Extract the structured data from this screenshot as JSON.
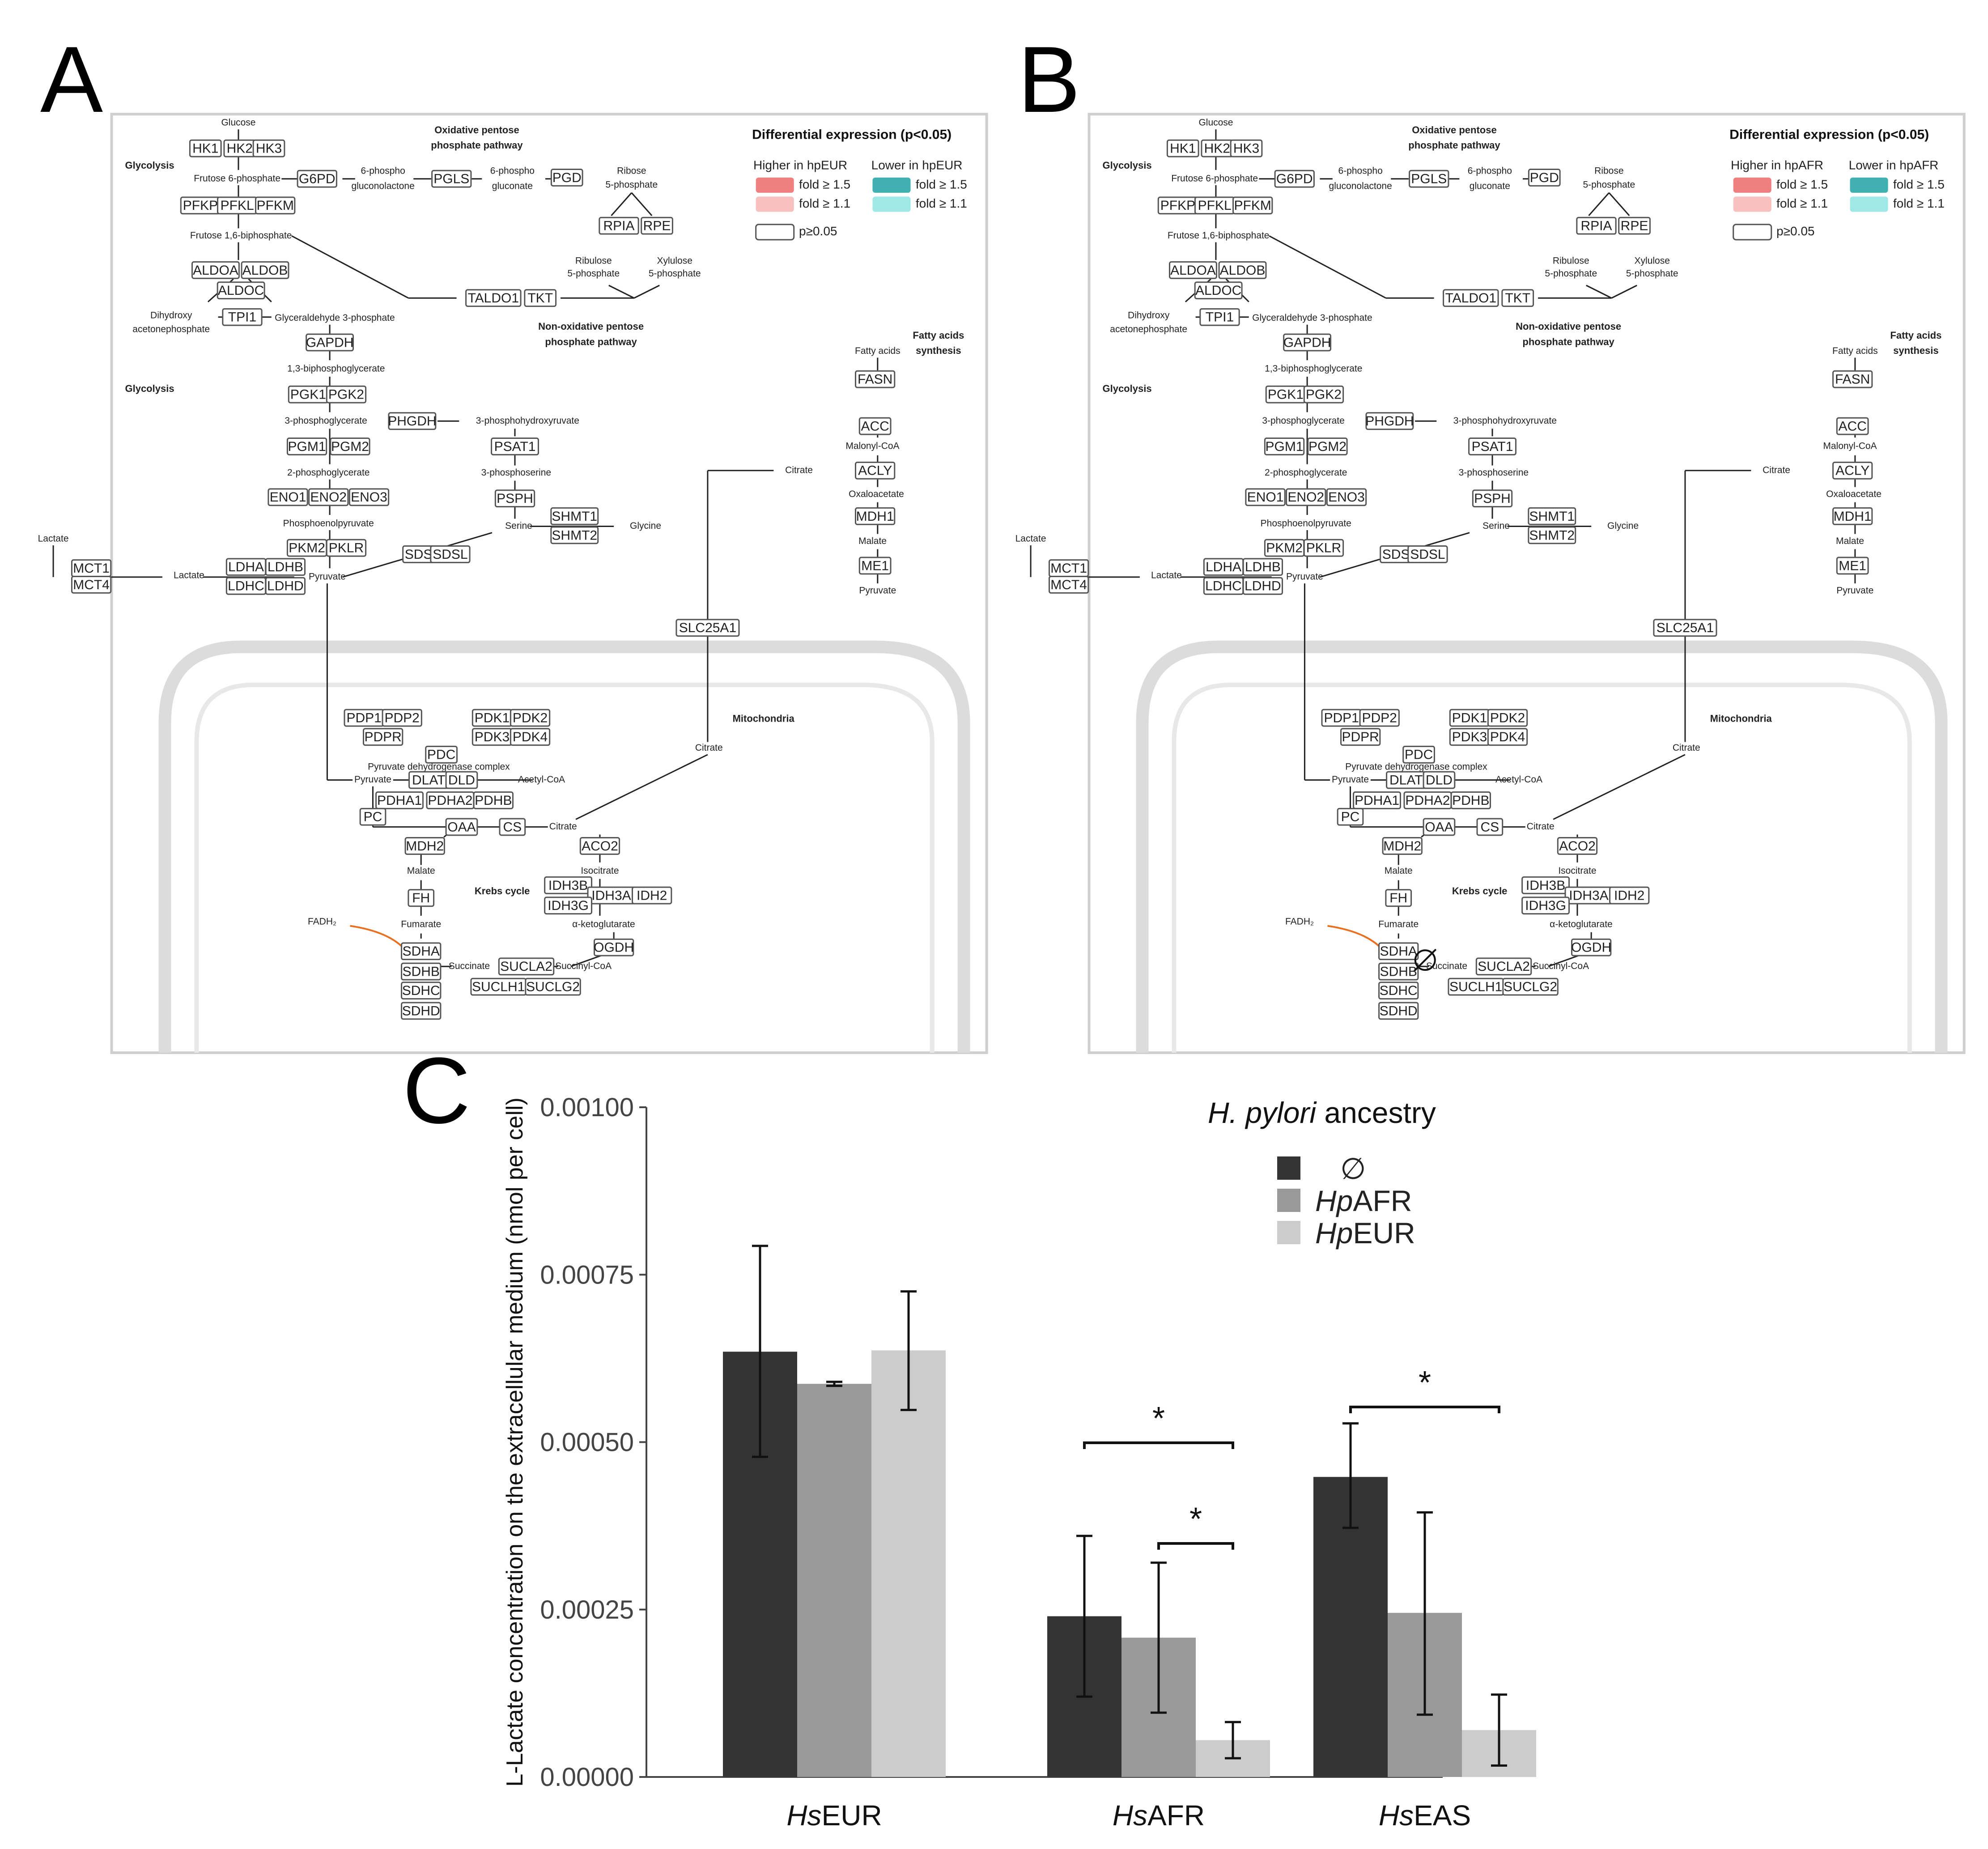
{
  "panels": {
    "a": "A",
    "b": "B",
    "c": "C"
  },
  "pathway": {
    "legend_title": "Differential expression (p<0.05)",
    "a": {
      "higher": "Higher in hpEUR",
      "lower": "Lower in hpEUR"
    },
    "b": {
      "higher": "Higher in hpAFR",
      "lower": "Lower in hpAFR"
    },
    "fold15": "fold ≥ 1.5",
    "fold11": "fold ≥ 1.1",
    "pns": "p≥0.05",
    "sections": {
      "glycolysis": "Glycolysis",
      "ox_ppp_1": "Oxidative pentose",
      "ox_ppp_2": "phosphate pathway",
      "nonox_1": "Non-oxidative pentose",
      "nonox_2": "phosphate pathway",
      "fas_1": "Fatty acids",
      "fas_2": "synthesis",
      "mito": "Mitochondria",
      "krebs": "Krebs cycle",
      "pdc_complex": "Pyruvate dehydrogenase complex"
    },
    "metabolites": {
      "glucose": "Glucose",
      "f6p": "Frutose 6-phosphate",
      "pg_lactone_1": "6-phospho",
      "pg_lactone_2": "gluconolactone",
      "pgluc_1": "6-phospho",
      "pgluc_2": "gluconate",
      "r5p_1": "Ribose",
      "r5p_2": "5-phosphate",
      "f16bp": "Frutose 1,6-biphosphate",
      "ru5p_1": "Ribulose",
      "ru5p_2": "5-phosphate",
      "x5p_1": "Xylulose",
      "x5p_2": "5-phosphate",
      "dhap_1": "Dihydroxy",
      "dhap_2": "acetonephosphate",
      "g3p": "Glyceraldehyde 3-phosphate",
      "bpg": "1,3-biphosphoglycerate",
      "pg3": "3-phosphoglycerate",
      "php": "3-phosphohydroxyruvate",
      "pser": "3-phosphoserine",
      "pg2": "2-phosphoglycerate",
      "pep": "Phosphoenolpyruvate",
      "serine": "Serine",
      "glycine": "Glycine",
      "pyruvate": "Pyruvate",
      "lactate": "Lactate",
      "lactate_out": "Lactate",
      "fatty": "Fatty acids",
      "malonyl": "Malonyl-CoA",
      "citrate_c": "Citrate",
      "oaa_c": "Oxaloacetate",
      "malate_c": "Malate",
      "pyruvate_c": "Pyruvate",
      "mito_pyruvate": "Pyruvate",
      "acetylcoa": "Acetyl-CoA",
      "citrate_m": "Citrate",
      "citrate_m2": "Citrate",
      "isocitrate": "Isocitrate",
      "akg": "α-ketoglutarate",
      "succcoa": "Succinyl-CoA",
      "succinate": "Succinate",
      "fumarate": "Fumarate",
      "malate_m": "Malate",
      "fadh2": "FADH₂"
    },
    "colors": {
      "higher_strong": "#f08080",
      "higher_weak": "#f9c0c0",
      "lower_strong": "#40b0b0",
      "lower_weak": "#a0e8e8",
      "ns": "#ffffff",
      "fadh2": "#e87020"
    }
  },
  "chart_data": {
    "type": "bar",
    "title": "",
    "ylabel": "L-Lactate concentration on the extracellular medium (nmol per cell)",
    "xlabel": "",
    "ylim": [
      0,
      0.001
    ],
    "yticks": [
      "0.00000",
      "0.00025",
      "0.00050",
      "0.00075",
      "0.00100"
    ],
    "categories": [
      {
        "prefix": "Hs",
        "suffix": "EUR"
      },
      {
        "prefix": "Hs",
        "suffix": "AFR"
      },
      {
        "prefix": "Hs",
        "suffix": "EAS"
      }
    ],
    "legend_title_italic": "H. pylori",
    "legend_title_rest": " ancestry",
    "series": [
      {
        "name": "∅",
        "name_prefix": "",
        "name_suffix": "∅",
        "color": "#333333",
        "values": [
          0.000635,
          0.00024,
          0.000448
        ],
        "err_low": [
          0.000478,
          0.00012,
          0.000372
        ],
        "err_high": [
          0.000793,
          0.00036,
          0.000528
        ]
      },
      {
        "name": "HpAFR",
        "name_prefix": "Hp",
        "name_suffix": "AFR",
        "color": "#999999",
        "values": [
          0.000587,
          0.000208,
          0.000245
        ],
        "err_low": [
          0.000584,
          9.6e-05,
          9.3e-05
        ],
        "err_high": [
          0.00059,
          0.00032,
          0.000395
        ]
      },
      {
        "name": "HpEUR",
        "name_prefix": "Hp",
        "name_suffix": "EUR",
        "color": "#cccccc",
        "values": [
          0.000637,
          5.5e-05,
          7e-05
        ],
        "err_low": [
          0.000548,
          2.8e-05,
          1.7e-05
        ],
        "err_high": [
          0.000725,
          8.2e-05,
          0.000123
        ]
      }
    ],
    "significance": [
      {
        "category": 1,
        "from": 0,
        "to": 2,
        "label": "*"
      },
      {
        "category": 1,
        "from": 1,
        "to": 2,
        "label": "*"
      },
      {
        "category": 2,
        "from": 0,
        "to": 2,
        "label": "*"
      }
    ]
  }
}
